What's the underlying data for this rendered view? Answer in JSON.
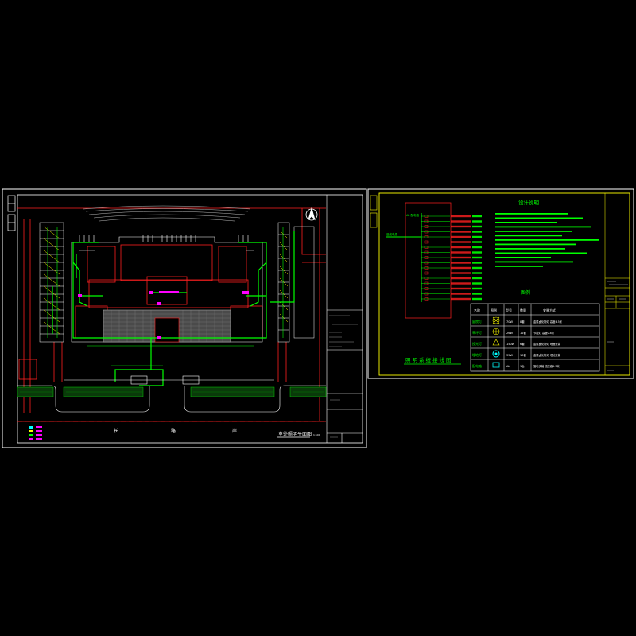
{
  "colors": {
    "background": "#000000",
    "frame": "#ffffff",
    "red": "#ff2020",
    "green": "#00ff00",
    "yellow": "#ffff00",
    "magenta": "#ff00ff",
    "cyan": "#00ffff",
    "gray": "#9a9a9a"
  },
  "left_sheet": {
    "road_label_1": "长",
    "road_label_2": "路",
    "road_label_3": "岸",
    "drawing_title": "室外照明平面图",
    "scale_note": "1:500"
  },
  "right_sheet": {
    "notes_title": "设计说明",
    "legend_title": "图例",
    "system_title": "照明系统接线图",
    "incoming_label": "进线电源",
    "panel_label": "AL 配电箱",
    "legend_headers": [
      "名称",
      "图例",
      "型号",
      "数量",
      "安装方式"
    ],
    "legend_rows": [
      {
        "name": "庭院灯",
        "icon": "lamp-cross-circle-icon",
        "model": "70W",
        "qty": "8套",
        "mount": "金属卤化物灯 高度4.5米"
      },
      {
        "name": "草坪灯",
        "icon": "lamp-star-circle-icon",
        "model": "26W",
        "qty": "12套",
        "mount": "节能灯 高度0.8米"
      },
      {
        "name": "投光灯",
        "icon": "lamp-wedge-icon",
        "model": "150W",
        "qty": "6套",
        "mount": "金属卤化物灯 地面安装"
      },
      {
        "name": "埋地灯",
        "icon": "lamp-dome-icon",
        "model": "35W",
        "qty": "10套",
        "mount": "金属卤化物灯 埋地安装"
      },
      {
        "name": "配电箱",
        "icon": "panel-box-icon",
        "model": "AL",
        "qty": "1台",
        "mount": "落地安装 底座高0.3米"
      }
    ]
  }
}
